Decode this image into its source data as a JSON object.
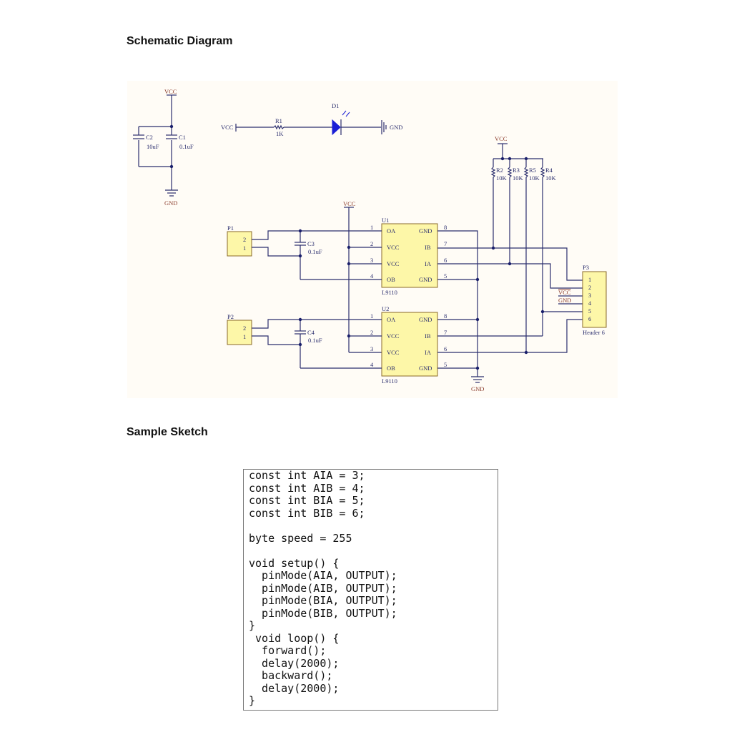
{
  "headings": {
    "schematic": "Schematic Diagram",
    "sketch": "Sample Sketch"
  },
  "schematic": {
    "colors": {
      "wire": "#2b2e6e",
      "chip_fill": "#fdf7a8",
      "power_label": "#8a3a2a",
      "background": "#fffcf6",
      "led": "#1a1fd6"
    },
    "power_labels": {
      "vcc": "VCC",
      "gnd": "GND"
    },
    "capacitors": [
      {
        "ref": "C2",
        "value": "10uF"
      },
      {
        "ref": "C1",
        "value": "0.1uF"
      },
      {
        "ref": "C3",
        "value": "0.1uF"
      },
      {
        "ref": "C4",
        "value": "0.1uF"
      }
    ],
    "resistors": [
      {
        "ref": "R1",
        "value": "1K"
      },
      {
        "ref": "R2",
        "value": "10K"
      },
      {
        "ref": "R3",
        "value": "10K"
      },
      {
        "ref": "R5",
        "value": "10K"
      },
      {
        "ref": "R4",
        "value": "10K"
      }
    ],
    "led": {
      "ref": "D1"
    },
    "connectors": [
      {
        "ref": "P1",
        "pins": [
          "2",
          "1"
        ]
      },
      {
        "ref": "P2",
        "pins": [
          "2",
          "1"
        ]
      },
      {
        "ref": "P3",
        "part": "Header 6",
        "pins": [
          "1",
          "2",
          "3",
          "4",
          "5",
          "6"
        ],
        "net_labels": [
          "VCC",
          "GND"
        ]
      }
    ],
    "chips": [
      {
        "ref": "U1",
        "part": "L9110",
        "left_pins": [
          {
            "num": "1",
            "name": "OA"
          },
          {
            "num": "2",
            "name": "VCC"
          },
          {
            "num": "3",
            "name": "VCC"
          },
          {
            "num": "4",
            "name": "OB"
          }
        ],
        "right_pins": [
          {
            "num": "8",
            "name": "GND"
          },
          {
            "num": "7",
            "name": "IB"
          },
          {
            "num": "6",
            "name": "IA"
          },
          {
            "num": "5",
            "name": "GND"
          }
        ]
      },
      {
        "ref": "U2",
        "part": "L9110",
        "left_pins": [
          {
            "num": "1",
            "name": "OA"
          },
          {
            "num": "2",
            "name": "VCC"
          },
          {
            "num": "3",
            "name": "VCC"
          },
          {
            "num": "4",
            "name": "OB"
          }
        ],
        "right_pins": [
          {
            "num": "8",
            "name": "GND"
          },
          {
            "num": "7",
            "name": "IB"
          },
          {
            "num": "6",
            "name": "IA"
          },
          {
            "num": "5",
            "name": "GND"
          }
        ]
      }
    ]
  },
  "code": {
    "lines": [
      "const int AIA = 3;",
      "const int AIB = 4;",
      "const int BIA = 5;",
      "const int BIB = 6;",
      "",
      "byte speed = 255",
      "",
      "void setup() {",
      "  pinMode(AIA, OUTPUT);",
      "  pinMode(AIB, OUTPUT);",
      "  pinMode(BIA, OUTPUT);",
      "  pinMode(BIB, OUTPUT);",
      "}",
      " void loop() {",
      "  forward();",
      "  delay(2000);",
      "  backward();",
      "  delay(2000);",
      "}"
    ]
  }
}
